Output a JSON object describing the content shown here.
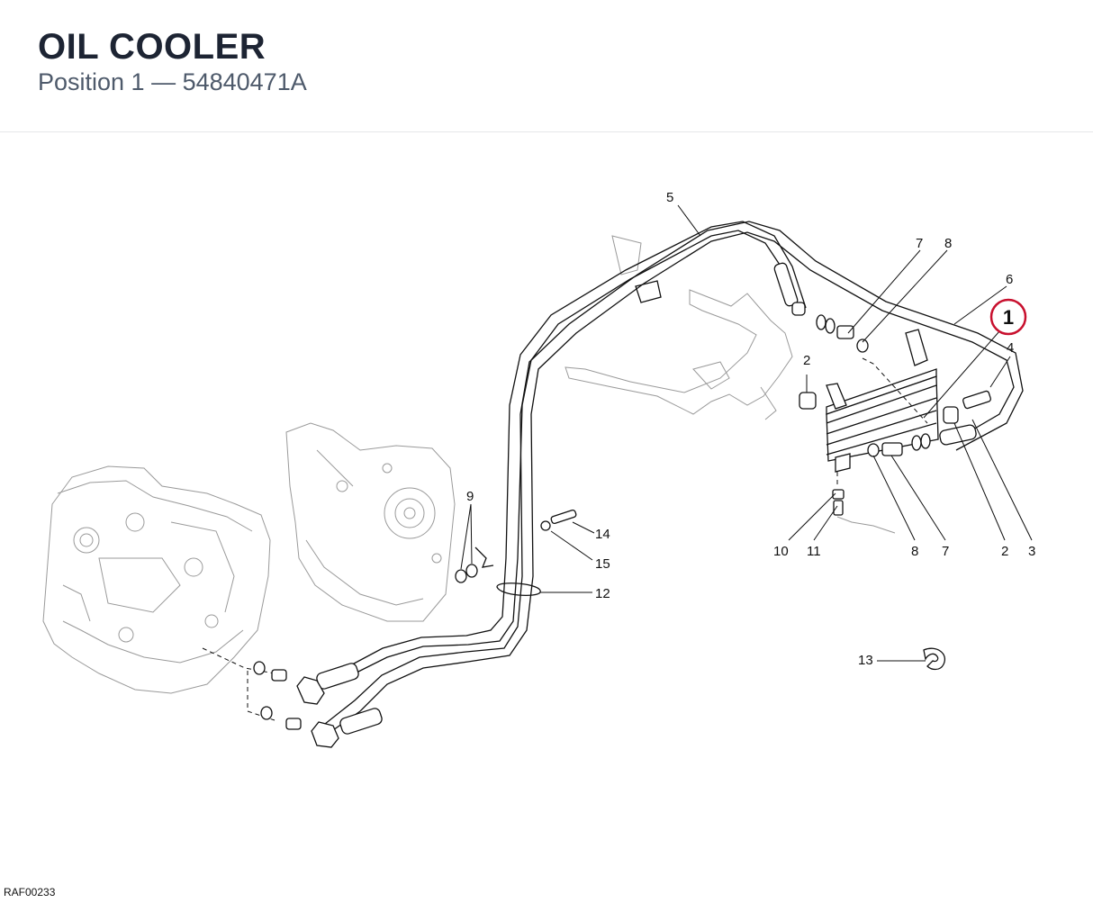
{
  "header": {
    "title": "OIL COOLER",
    "subtitle": "Position 1 — 54840471A"
  },
  "highlight": {
    "label": "1",
    "color": "#c8102e"
  },
  "callouts": {
    "c5": "5",
    "c6": "6",
    "c7_top": "7",
    "c8_top": "8",
    "c4": "4",
    "c2_top": "2",
    "c9": "9",
    "c14": "14",
    "c15": "15",
    "c12": "12",
    "c13": "13",
    "c10": "10",
    "c11": "11",
    "c8_bottom": "8",
    "c7_bottom": "7",
    "c2_bottom": "2",
    "c3": "3"
  },
  "footer": {
    "reference": "RAF00233"
  }
}
